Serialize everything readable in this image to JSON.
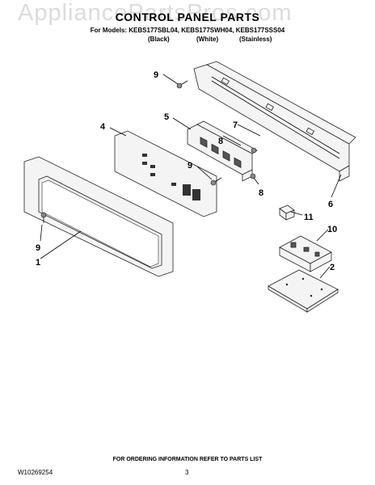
{
  "header": {
    "watermark": "AppliancePartsPros.com",
    "title": "CONTROL PANEL PARTS",
    "models_line": "For Models: KEBS177SBL04, KEBS177SWH04, KEBS177SSS04",
    "color_labels": [
      "(Black)",
      "(White)",
      "(Stainless)"
    ]
  },
  "callouts": [
    {
      "id": "1",
      "label": "1"
    },
    {
      "id": "2",
      "label": "2"
    },
    {
      "id": "4",
      "label": "4"
    },
    {
      "id": "5",
      "label": "5"
    },
    {
      "id": "6",
      "label": "6"
    },
    {
      "id": "7",
      "label": "7"
    },
    {
      "id": "8a",
      "label": "8"
    },
    {
      "id": "8b",
      "label": "8"
    },
    {
      "id": "9a",
      "label": "9"
    },
    {
      "id": "9b",
      "label": "9"
    },
    {
      "id": "9c",
      "label": "9"
    },
    {
      "id": "10",
      "label": "10"
    },
    {
      "id": "11",
      "label": "11"
    }
  ],
  "footer": {
    "note": "FOR ORDERING INFORMATION REFER TO PARTS LIST",
    "doc_number": "W10269254",
    "page_number": "3"
  }
}
